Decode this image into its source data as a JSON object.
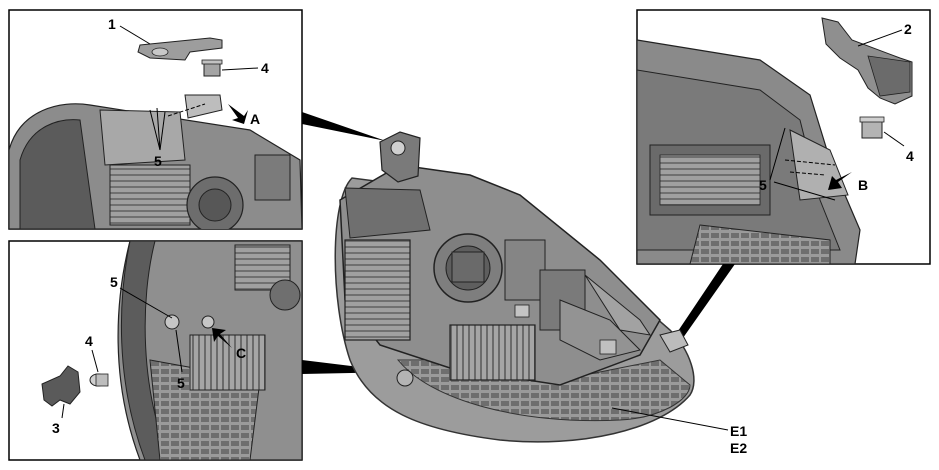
{
  "callouts": {
    "part_1": "1",
    "part_2": "2",
    "part_3": "3",
    "part_4_top_left": "4",
    "part_4_top_right": "4",
    "part_4_bottom_left": "4",
    "part_5_top_left": "5",
    "part_5_top_right": "5",
    "part_5_bottom_left_upper": "5",
    "part_5_bottom_left_lower": "5",
    "arrow_a": "A",
    "arrow_b": "B",
    "arrow_c": "C",
    "e1": "E1",
    "e2": "E2"
  },
  "colors": {
    "housing": "#8a8a8a",
    "housing_dark": "#5a5a5a",
    "housing_light": "#b8b8b8",
    "frame": "#000000"
  }
}
